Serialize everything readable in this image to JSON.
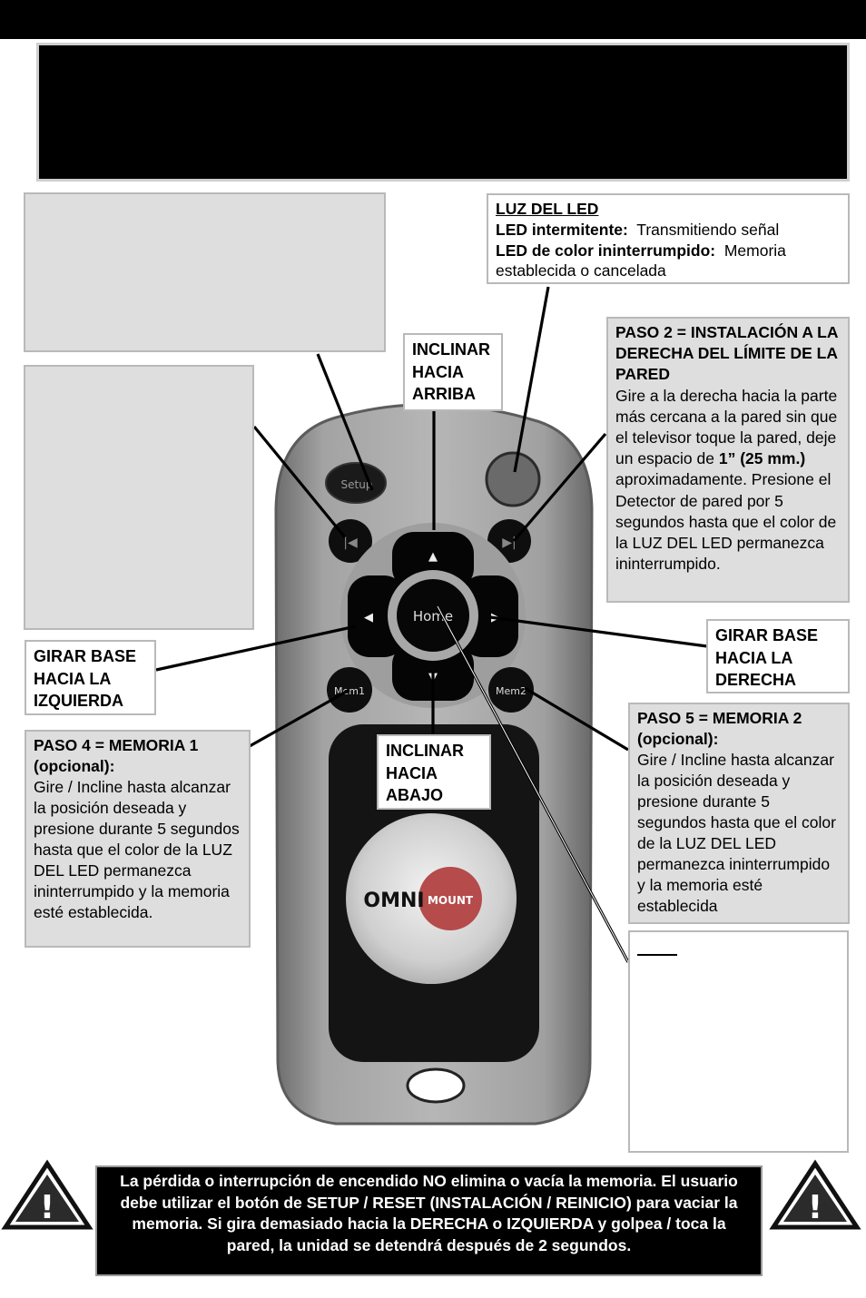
{
  "led_box": {
    "title": "LUZ DEL LED",
    "line1_bold": "LED intermitente:",
    "line1_text": "Transmitiendo señal",
    "line2_bold": "LED de color ininterrumpido:",
    "line2_text": "Memoria establecida o cancelada"
  },
  "step2_box": {
    "title": "PASO 2 = INSTALACIÓN A LA DERECHA DEL LÍMITE DE LA PARED",
    "text_a": "Gire a la derecha hacia la parte más cercana a la pared sin que el televisor toque la pared, deje un espacio de",
    "text_bold": "1” (25 mm.)",
    "text_b": "aproximadamente. Presione el Detector de pared por 5 segundos hasta que el color de la LUZ DEL LED permanezca ininterrumpido."
  },
  "tilt_up": [
    "INCLINAR",
    "HACIA",
    "ARRIBA"
  ],
  "tilt_down": [
    "INCLINAR",
    "HACIA",
    "ABAJO"
  ],
  "rotate_left": [
    "GIRAR BASE",
    "HACIA LA",
    "IZQUIERDA"
  ],
  "rotate_right": [
    "GIRAR BASE",
    "HACIA LA",
    "DERECHA"
  ],
  "step4_box": {
    "title": "PASO 4 = MEMORIA 1 (opcional):",
    "text": "Gire / Incline hasta alcanzar la posición deseada y presione durante 5 segundos hasta que el color de la LUZ DEL LED permanezca ininterrumpido y la memoria esté establecida."
  },
  "step5_box": {
    "title": "PASO 5 = MEMORIA 2 (opcional):",
    "text": "Gire / Incline hasta alcanzar la posición deseada y presione durante 5 segundos hasta que el color de la LUZ DEL LED permanezca ininterrumpido y la memoria esté establecida"
  },
  "remote": {
    "setup": "Setup",
    "home": "Home",
    "mem1": "Mem1",
    "mem2": "Mem2",
    "brand_left": "OMNI",
    "brand_right": "MOUNT"
  },
  "warning": {
    "text": "La pérdida o interrupción de encendido NO elimina o vacía la memoria. El usuario debe utilizar el botón de SETUP / RESET (INSTALACIÓN / REINICIO) para vaciar la memoria. Si gira demasiado hacia la DERECHA o IZQUIERDA y golpea / toca la pared, la unidad se detendrá después de 2 segundos."
  },
  "colors": {
    "panel_grey": "#dedede",
    "remote_body": "#8e8e8e",
    "led_red": "#b54b4b"
  }
}
